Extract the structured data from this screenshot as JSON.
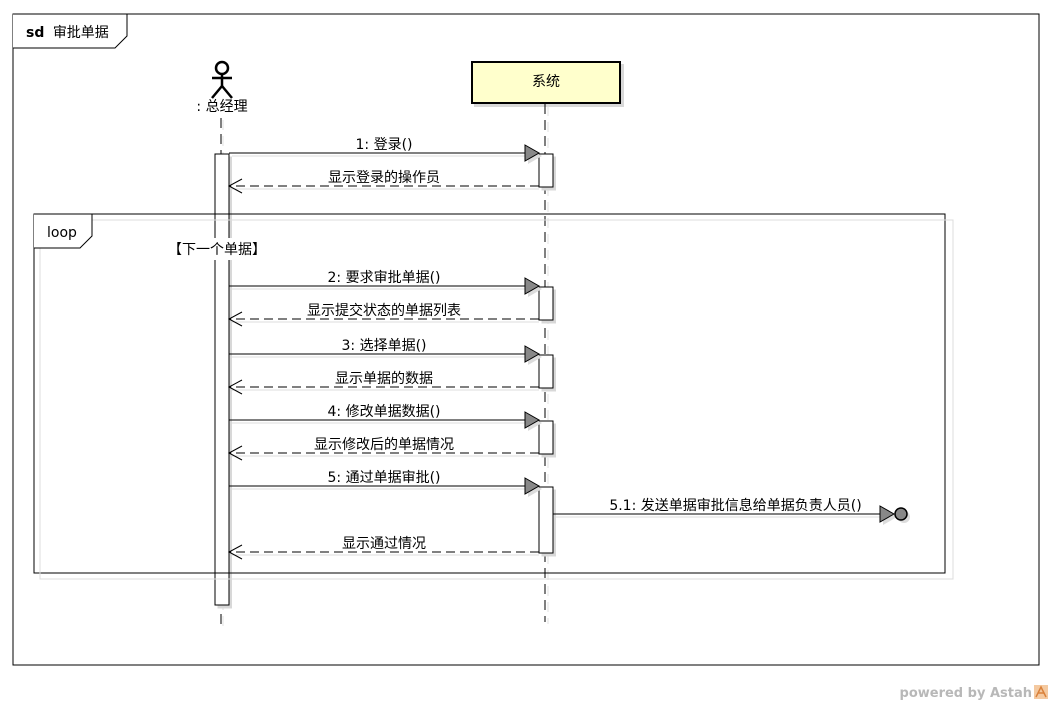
{
  "frame": {
    "keyword": "sd",
    "title": "审批单据"
  },
  "lifelines": {
    "actor": {
      "name": ": 总经理"
    },
    "system": {
      "name": "系统",
      "fill": "#ffffcc"
    }
  },
  "loop": {
    "keyword": "loop",
    "guard": "【下一个单据】"
  },
  "messages": [
    {
      "label": "1: 登录()",
      "kind": "sync"
    },
    {
      "label": "显示登录的操作员",
      "kind": "reply"
    },
    {
      "label": "2: 要求审批单据()",
      "kind": "sync"
    },
    {
      "label": "显示提交状态的单据列表",
      "kind": "reply"
    },
    {
      "label": "3: 选择单据()",
      "kind": "sync"
    },
    {
      "label": "显示单据的数据",
      "kind": "reply"
    },
    {
      "label": "4: 修改单据数据()",
      "kind": "sync"
    },
    {
      "label": "显示修改后的单据情况",
      "kind": "reply"
    },
    {
      "label": "5: 通过单据审批()",
      "kind": "sync"
    },
    {
      "label": "5.1: 发送单据审批信息给单据负责人员()",
      "kind": "lost"
    },
    {
      "label": "显示通过情况",
      "kind": "reply"
    }
  ],
  "branding": {
    "text": "powered by Astah"
  }
}
